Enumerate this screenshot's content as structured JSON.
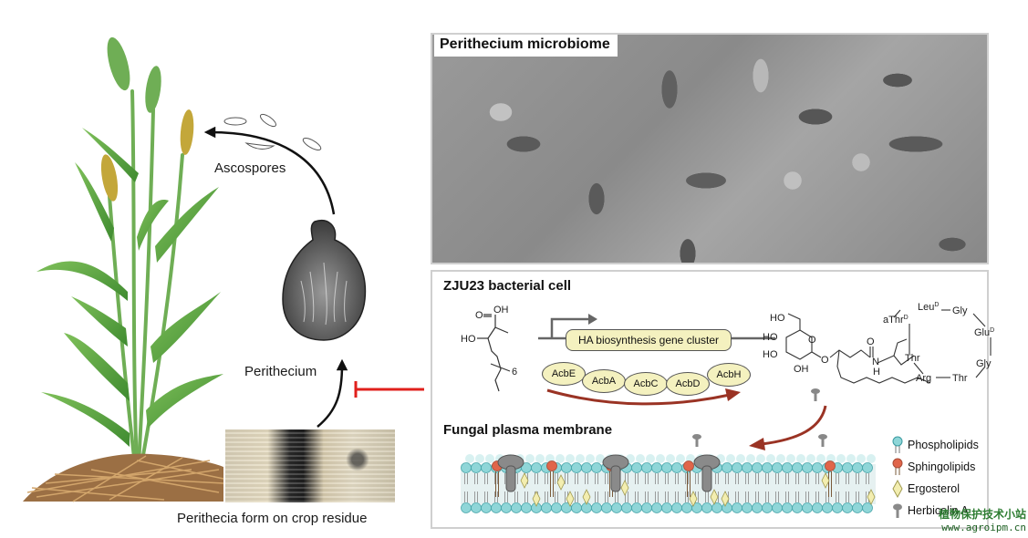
{
  "figure": {
    "left": {
      "ascospores_label": "Ascospores",
      "perithecium_label": "Perithecium",
      "residue_caption": "Perithecia form on crop residue"
    },
    "microbiome_panel": {
      "title": "Perithecium microbiome"
    },
    "bacterial_panel": {
      "title": "ZJU23 bacterial cell",
      "fatty_acid": {
        "oh_top": "OH",
        "o_carbonyl": "O",
        "ho_side": "HO",
        "repeat_n": "6"
      },
      "gene_cluster_label": "HA biosynthesis gene cluster",
      "enzymes": [
        "AcbE",
        "AcbA",
        "AcbC",
        "AcbD",
        "AcbH"
      ],
      "herbicolin": {
        "sugar_labels": [
          "HO",
          "HO",
          "HO",
          "OH",
          "O",
          "O"
        ],
        "amide_o": "O",
        "amide_n": "N",
        "amide_h": "H",
        "ring_residues": {
          "leu": "Leu",
          "leu_sup": "D",
          "gly1": "Gly",
          "glu": "Glu",
          "glu_sup": "D",
          "gly2": "Gly",
          "thr_bottom": "Thr",
          "arg": "Arg",
          "thr_left": "Thr",
          "athr": "aThr",
          "athr_sup": "D"
        }
      }
    },
    "membrane_panel": {
      "title": "Fungal plasma membrane",
      "legend": [
        {
          "icon": "phospholipid-icon",
          "label": "Phospholipids",
          "color": "#8fd6d8"
        },
        {
          "icon": "sphingolipid-icon",
          "label": "Sphingolipids",
          "color": "#e0654a"
        },
        {
          "icon": "ergosterol-icon",
          "label": "Ergosterol",
          "color": "#f3eeb0"
        },
        {
          "icon": "herbicolin-icon",
          "label": "Herbicolin A",
          "color": "#8a8a8a"
        }
      ]
    },
    "watermark": {
      "cn_text": "植物保护技术小站",
      "url": "www.agroipm.cn"
    },
    "colors": {
      "inhibit_red": "#e0201c",
      "flow_arrow": "#9a3324",
      "cluster_fill": "#f4f1bf",
      "lipid_head": "#8fd6d8",
      "leaf_green": "#4f9a3a"
    }
  }
}
